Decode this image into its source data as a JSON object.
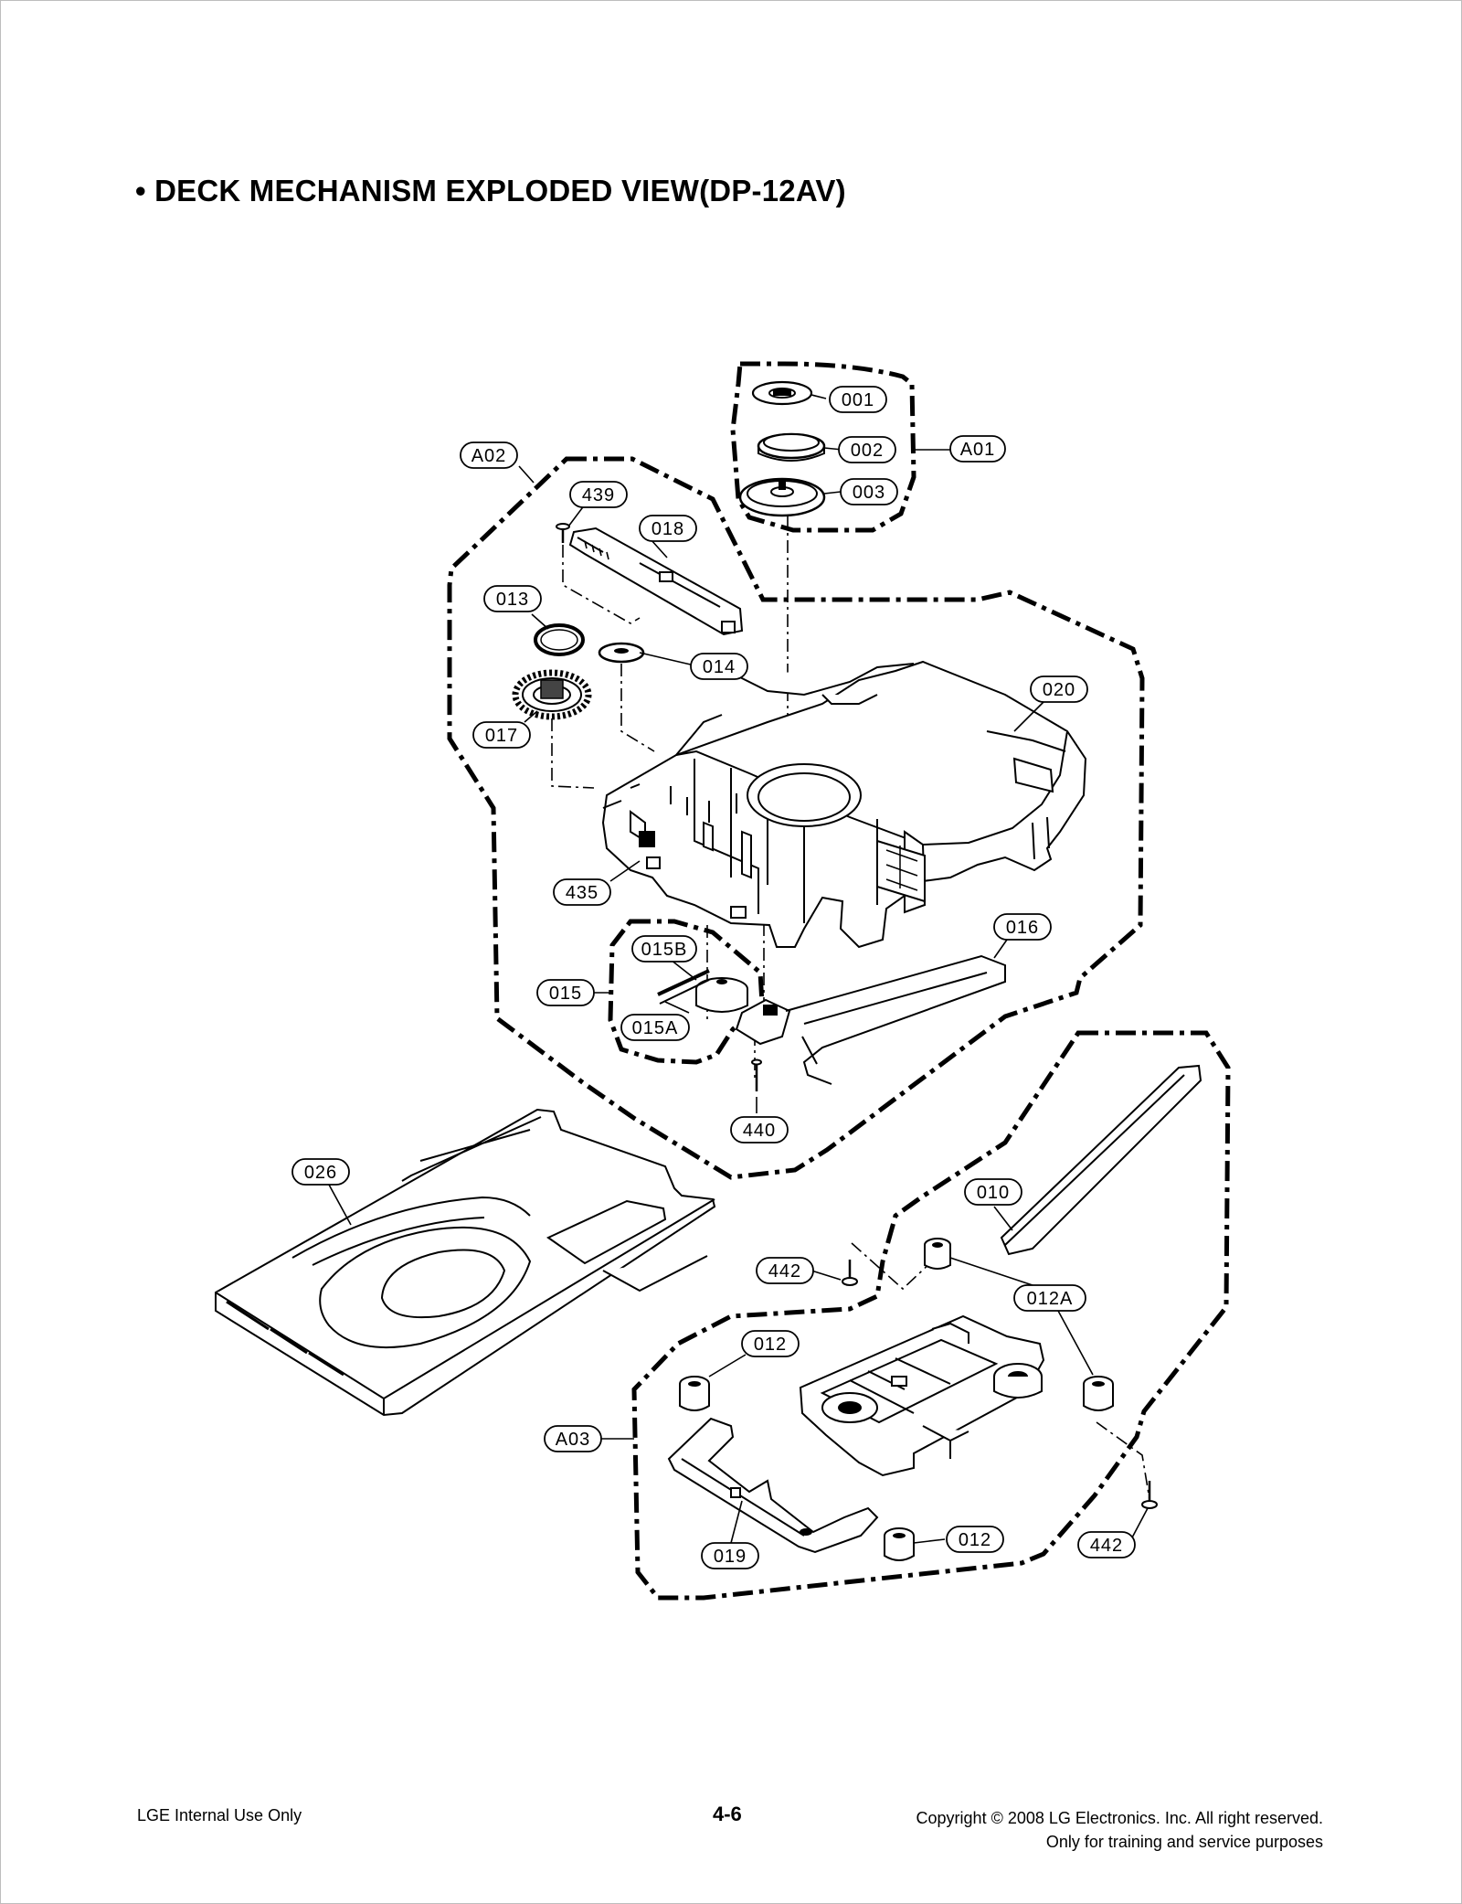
{
  "title": "• DECK MECHANISM EXPLODED VIEW(DP-12AV)",
  "callouts": {
    "A01": "A01",
    "A02": "A02",
    "A03": "A03",
    "001": "001",
    "002": "002",
    "003": "003",
    "439": "439",
    "018": "018",
    "013": "013",
    "014": "014",
    "017": "017",
    "020": "020",
    "435": "435",
    "016": "016",
    "015": "015",
    "015A": "015A",
    "015B": "015B",
    "440": "440",
    "026": "026",
    "010": "010",
    "442_left": "442",
    "442_right": "442",
    "012A": "012A",
    "012_top": "012",
    "012_bottom": "012",
    "019": "019"
  },
  "footer": {
    "left": "LGE Internal Use Only",
    "page": "4-6",
    "copyright": "Copyright © 2008 LG Electronics. Inc. All right reserved.",
    "purpose": "Only for training and service purposes"
  }
}
